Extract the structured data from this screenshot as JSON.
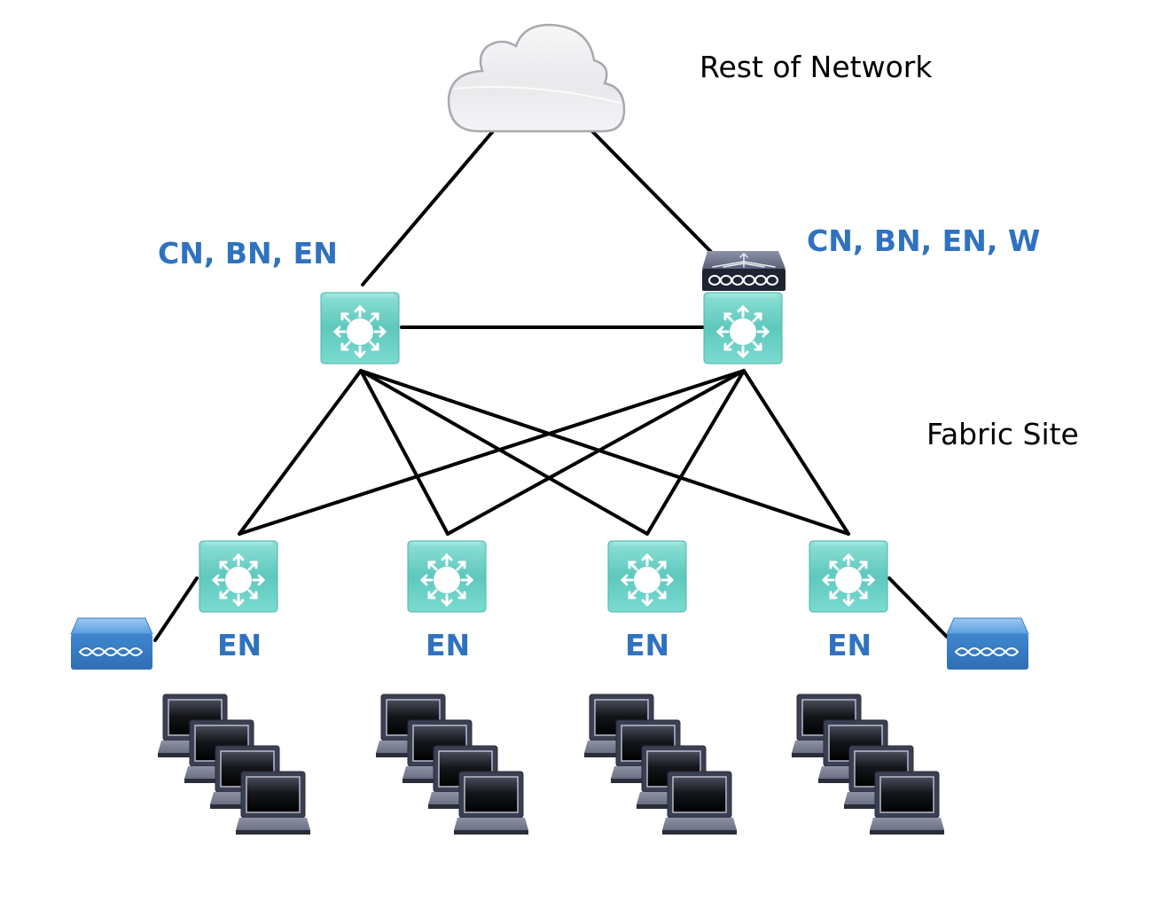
{
  "title_labels": {
    "rest_of_network": "Rest of Network",
    "fabric_site": "Fabric Site"
  },
  "colors": {
    "role_text": "#2f72bf",
    "switch_fill": "#6fd3c8",
    "wireless_controller_fill": "#3b4259",
    "access_point_fill": "#4a8fd4",
    "link": "#000000"
  },
  "nodes": {
    "cloud": {
      "label": "Rest of Network",
      "icon": "cloud-icon"
    },
    "core_left": {
      "roles": "CN,  BN, EN",
      "icon": "layer3-switch-icon"
    },
    "core_right": {
      "roles": "CN,  BN, EN, W",
      "icon": "layer3-switch-icon",
      "attached": "wireless-controller-icon"
    },
    "edges": [
      {
        "id": "edge-1",
        "role": "EN",
        "icon": "layer3-switch-icon",
        "attached_ap": true,
        "laptops": 4
      },
      {
        "id": "edge-2",
        "role": "EN",
        "icon": "layer3-switch-icon",
        "attached_ap": false,
        "laptops": 4
      },
      {
        "id": "edge-3",
        "role": "EN",
        "icon": "layer3-switch-icon",
        "attached_ap": false,
        "laptops": 4
      },
      {
        "id": "edge-4",
        "role": "EN",
        "icon": "layer3-switch-icon",
        "attached_ap": true,
        "laptops": 4
      }
    ]
  },
  "links": [
    [
      "cloud",
      "core_left"
    ],
    [
      "cloud",
      "core_right"
    ],
    [
      "core_left",
      "core_right"
    ],
    [
      "core_left",
      "edge-1"
    ],
    [
      "core_left",
      "edge-2"
    ],
    [
      "core_left",
      "edge-3"
    ],
    [
      "core_left",
      "edge-4"
    ],
    [
      "core_right",
      "edge-1"
    ],
    [
      "core_right",
      "edge-2"
    ],
    [
      "core_right",
      "edge-3"
    ],
    [
      "core_right",
      "edge-4"
    ],
    [
      "edge-1",
      "ap-left"
    ],
    [
      "edge-4",
      "ap-right"
    ]
  ]
}
